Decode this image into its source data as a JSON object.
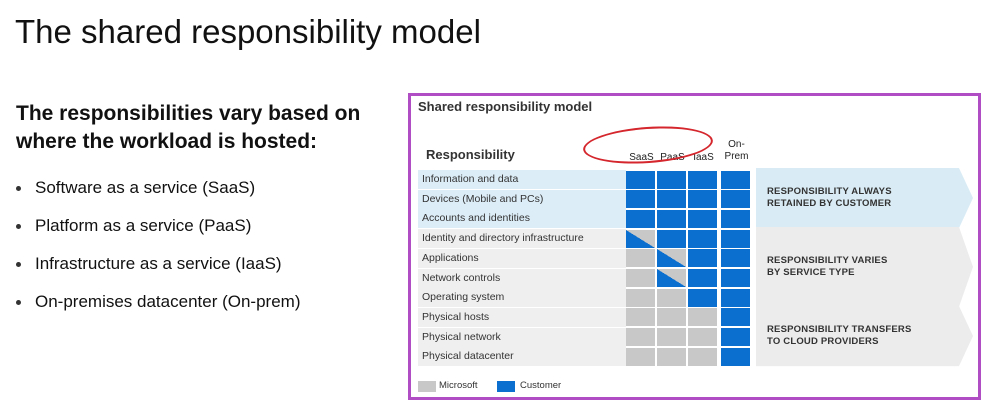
{
  "slide": {
    "title": "The shared responsibility model",
    "intro": "The responsibilities vary based on where the workload is hosted:",
    "bullets": [
      "Software as a service (SaaS)",
      "Platform as a service (PaaS)",
      "Infrastructure as a service (IaaS)",
      "On-premises datacenter (On-prem)"
    ]
  },
  "diagram": {
    "title": "Shared responsibility model",
    "responsibility_header": "Responsibility",
    "columns": [
      "SaaS",
      "PaaS",
      "IaaS",
      "On-\nPrem"
    ],
    "rows": [
      {
        "label": "Information and data",
        "cells": [
          "C",
          "C",
          "C",
          "C"
        ]
      },
      {
        "label": "Devices (Mobile and PCs)",
        "cells": [
          "C",
          "C",
          "C",
          "C"
        ]
      },
      {
        "label": "Accounts and identities",
        "cells": [
          "C",
          "C",
          "C",
          "C"
        ]
      },
      {
        "label": "Identity and directory infrastructure",
        "cells": [
          "S",
          "C",
          "C",
          "C"
        ]
      },
      {
        "label": "Applications",
        "cells": [
          "M",
          "S",
          "C",
          "C"
        ]
      },
      {
        "label": "Network controls",
        "cells": [
          "M",
          "S",
          "C",
          "C"
        ]
      },
      {
        "label": "Operating system",
        "cells": [
          "M",
          "M",
          "C",
          "C"
        ]
      },
      {
        "label": "Physical hosts",
        "cells": [
          "M",
          "M",
          "M",
          "C"
        ]
      },
      {
        "label": "Physical network",
        "cells": [
          "M",
          "M",
          "M",
          "C"
        ]
      },
      {
        "label": "Physical datacenter",
        "cells": [
          "M",
          "M",
          "M",
          "C"
        ]
      }
    ],
    "groups": [
      {
        "text": "RESPONSIBILITY ALWAYS\nRETAINED BY CUSTOMER",
        "color": "#d9ecf5"
      },
      {
        "text": "RESPONSIBILITY VARIES\nBY SERVICE TYPE",
        "color": "#ececec"
      },
      {
        "text": "RESPONSIBILITY TRANSFERS\nTO CLOUD PROVIDERS",
        "color": "#ececec"
      }
    ],
    "legend": [
      {
        "label": "Microsoft",
        "color": "#c8c8c8"
      },
      {
        "label": "Customer",
        "color": "#0a6fcf"
      }
    ],
    "colors": {
      "customer": "#0a6fcf",
      "microsoft": "#c8c8c8",
      "row_customer_band": "#dcedf7",
      "row_shared_band": "#efefef",
      "annotation": "#d4262c",
      "frame": "#b04cc4"
    }
  }
}
